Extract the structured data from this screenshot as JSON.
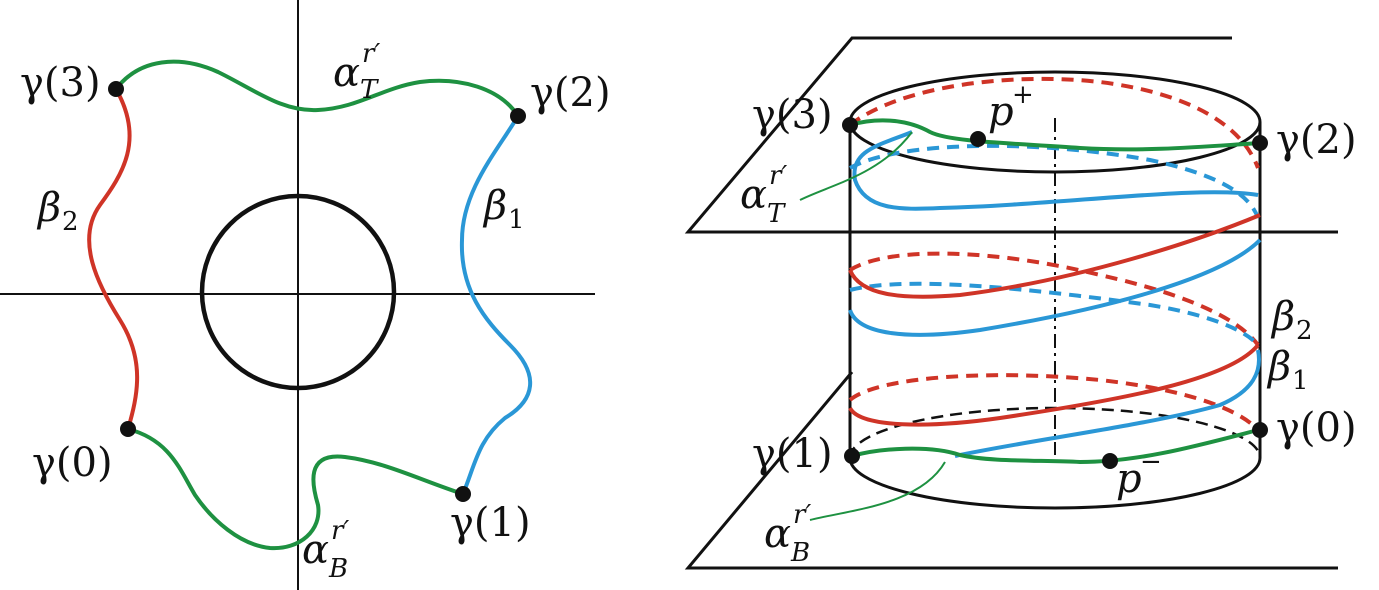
{
  "colors": {
    "green": "#1e9141",
    "red": "#cf3427",
    "blue": "#2a97d6",
    "black": "#111111"
  },
  "left_diagram": {
    "points": {
      "g3": {
        "pre": "γ(",
        "num": "3",
        "post": ")"
      },
      "g2": {
        "pre": "γ(",
        "num": "2",
        "post": ")"
      },
      "g0": {
        "pre": "γ(",
        "num": "0",
        "post": ")"
      },
      "g1": {
        "pre": "γ(",
        "num": "1",
        "post": ")"
      }
    },
    "alpha_T": {
      "base": "α",
      "sup": "r′",
      "sub": "T"
    },
    "alpha_B": {
      "base": "α",
      "sup": "r′",
      "sub": "B"
    },
    "beta1": {
      "base": "β",
      "sub": "1"
    },
    "beta2": {
      "base": "β",
      "sub": "2"
    }
  },
  "right_diagram": {
    "points": {
      "g3": {
        "pre": "γ(",
        "num": "3",
        "post": ")"
      },
      "g2": {
        "pre": "γ(",
        "num": "2",
        "post": ")"
      },
      "g1": {
        "pre": "γ(",
        "num": "1",
        "post": ")"
      },
      "g0": {
        "pre": "γ(",
        "num": "0",
        "post": ")"
      }
    },
    "p_plus": {
      "base": "p",
      "sup": "+"
    },
    "p_minus": {
      "base": "p",
      "sup": "−"
    },
    "alpha_T": {
      "base": "α",
      "sup": "r′",
      "sub": "T"
    },
    "alpha_B": {
      "base": "α",
      "sup": "r′",
      "sub": "B"
    },
    "beta2": {
      "base": "β",
      "sub": "2"
    },
    "beta1": {
      "base": "β",
      "sub": "1"
    }
  }
}
